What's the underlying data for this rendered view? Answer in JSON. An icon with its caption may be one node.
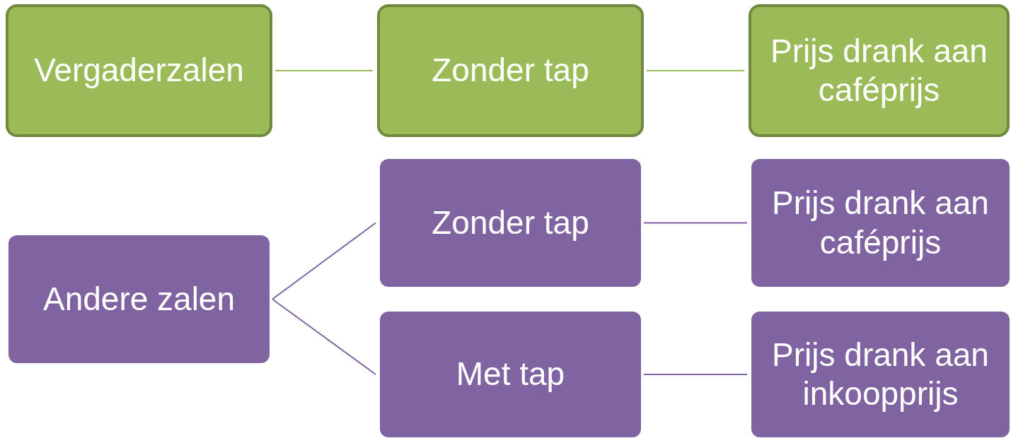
{
  "diagram": {
    "nodes": [
      {
        "text": [
          "Vergaderzalen"
        ]
      },
      {
        "text": [
          "Zonder tap"
        ]
      },
      {
        "text": [
          "Prijs drank aan caféprijs"
        ]
      },
      {
        "text": [
          "Andere zalen"
        ]
      },
      {
        "text": [
          "Zonder tap"
        ]
      },
      {
        "text": [
          "Prijs drank aan caféprijs"
        ]
      },
      {
        "text": [
          "Met tap"
        ]
      },
      {
        "text": [
          "Prijs drank aan inkoopprijs"
        ]
      }
    ],
    "edges": [
      {
        "from": 0,
        "to": 1,
        "arrow": "none",
        "color": "#9bbb59"
      },
      {
        "from": 1,
        "to": 2,
        "arrow": "none",
        "color": "#9bbb59"
      },
      {
        "from": 3,
        "to": 4,
        "arrow": "none"
      },
      {
        "from": 3,
        "to": 6,
        "arrow": "none"
      },
      {
        "from": 4,
        "to": 5,
        "arrow": "none"
      },
      {
        "from": 6,
        "to": 7,
        "arrow": "none"
      }
    ]
  }
}
